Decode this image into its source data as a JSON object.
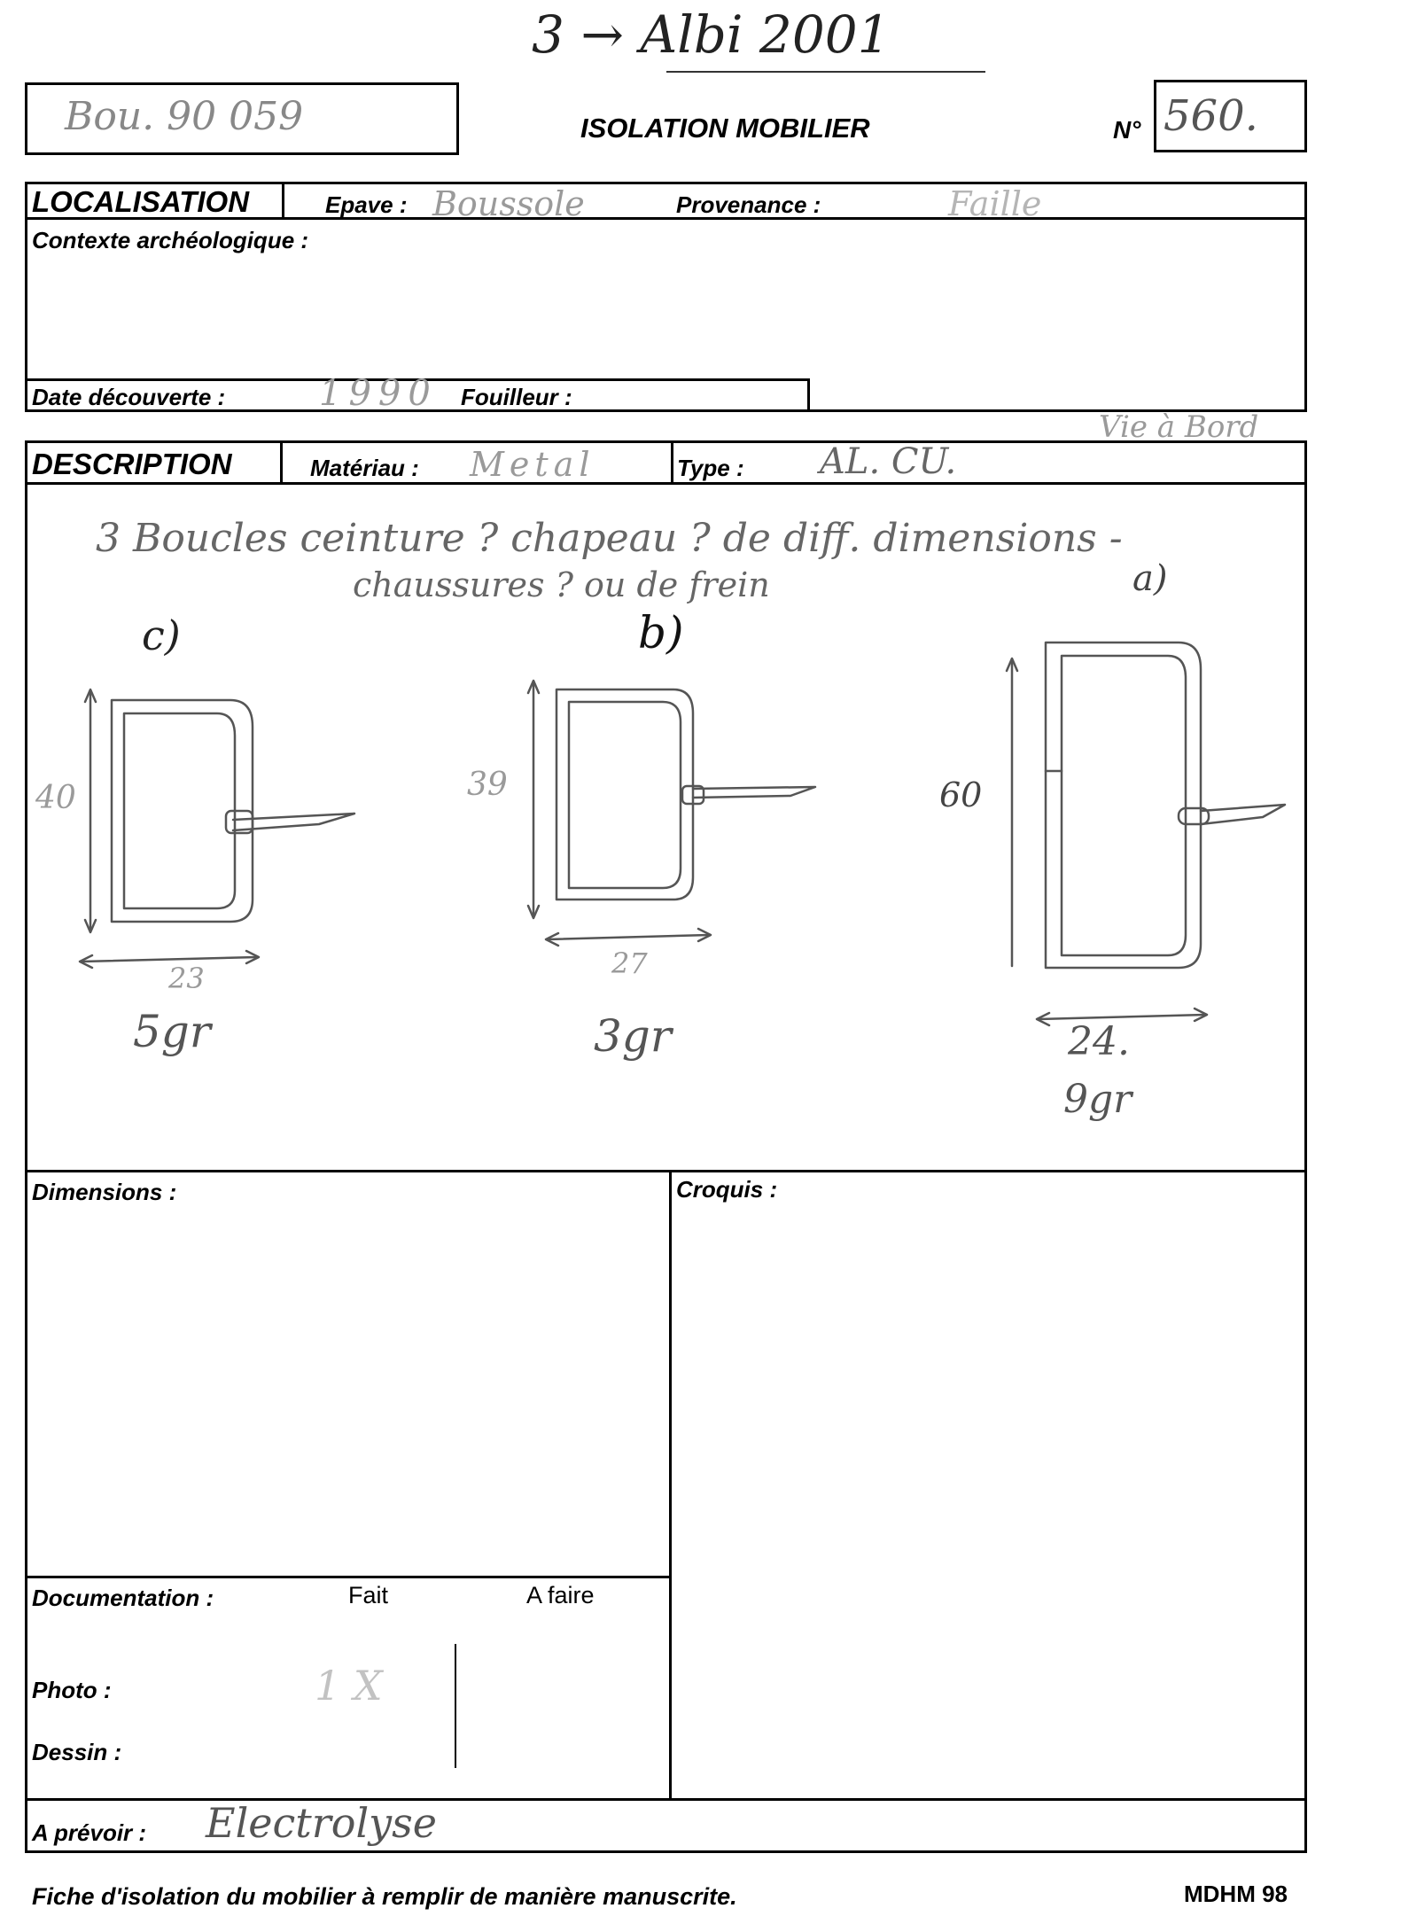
{
  "header": {
    "top_note": "3 → Albi 2001",
    "ref_box": "Bou.   90 059",
    "title": "ISOLATION MOBILIER",
    "number_label": "N°",
    "number_value": "560."
  },
  "localisation": {
    "section": "LOCALISATION",
    "epave_label": "Epave :",
    "epave_value": "Boussole",
    "provenance_label": "Provenance :",
    "provenance_value": "Faille",
    "contexte_label": "Contexte archéologique :",
    "date_label": "Date découverte :",
    "date_value": "1990",
    "fouilleur_label": "Fouilleur :"
  },
  "margin_note": "Vie à Bord",
  "description": {
    "section": "DESCRIPTION",
    "materiau_label": "Matériau :",
    "materiau_value": "Metal",
    "type_label": "Type :",
    "type_value": "AL. CU.",
    "text_line1": "3 Boucles ceinture ? chapeau ? de diff. dimensions -",
    "text_line2": "chaussures ?    ou de frein",
    "items": [
      {
        "tag": "c)",
        "height": "40",
        "width": "23",
        "weight": "5gr"
      },
      {
        "tag": "b)",
        "height": "39",
        "width": "27",
        "weight": "3gr"
      },
      {
        "tag": "a)",
        "height": "60",
        "width": "24.",
        "weight": "9gr"
      }
    ]
  },
  "dimensions_label": "Dimensions :",
  "croquis_label": "Croquis :",
  "documentation": {
    "label": "Documentation :",
    "fait": "Fait",
    "a_faire": "A faire",
    "photo_label": "Photo :",
    "photo_value": "1 X",
    "dessin_label": "Dessin :"
  },
  "prevoir": {
    "label": "A prévoir :",
    "value": "Electrolyse"
  },
  "footer": {
    "note": "Fiche d'isolation du mobilier à remplir de manière manuscrite.",
    "code": "MDHM 98"
  }
}
